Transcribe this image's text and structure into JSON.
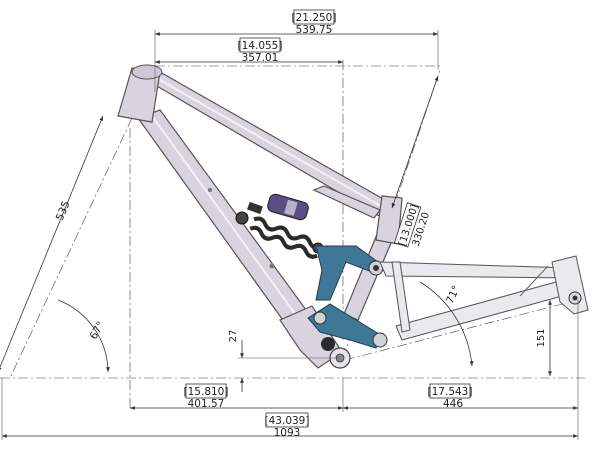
{
  "dimensions": {
    "top_total": {
      "inch": "[21.250]",
      "mm": "539.75"
    },
    "top_reach": {
      "inch": "[14.055]",
      "mm": "357.01"
    },
    "seat_tube": {
      "mm": "535"
    },
    "head_angle": {
      "deg": "67°"
    },
    "bb_drop": {
      "mm": "27"
    },
    "front_center": {
      "inch": "[15.810]",
      "mm": "401.57"
    },
    "chainstay": {
      "inch": "[17.543]",
      "mm": "446"
    },
    "wheelbase": {
      "inch": "[43.039]",
      "mm": "1093"
    },
    "seat_angle": {
      "deg": "71°"
    },
    "rear_axle": {
      "mm": "151"
    },
    "shock_eye": {
      "inch": "[13.000]",
      "mm": "330.20"
    }
  }
}
